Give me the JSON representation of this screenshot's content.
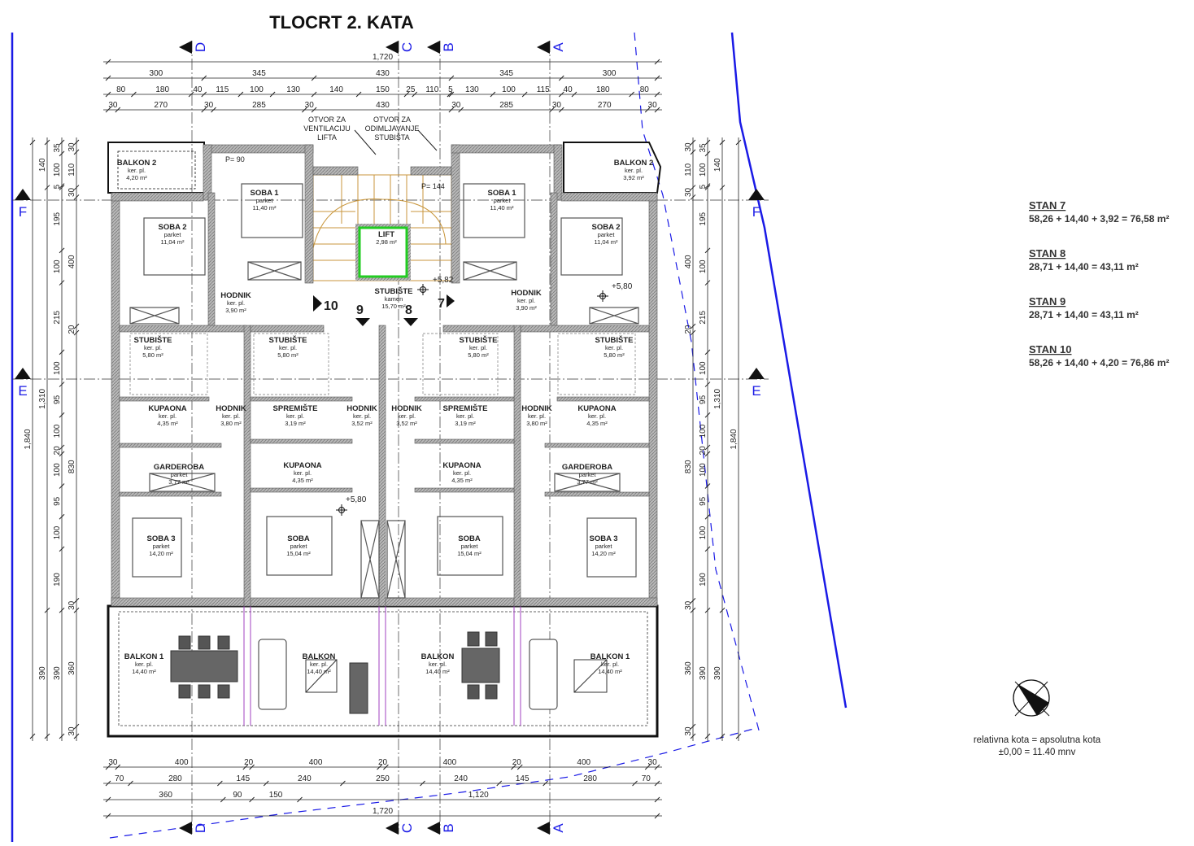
{
  "title": "TLOCRT 2. KATA",
  "axes": {
    "vertical": [
      "D",
      "C",
      "B",
      "A"
    ],
    "horizontal": [
      "F",
      "E"
    ]
  },
  "dimensions": {
    "top": [
      [
        "1,720"
      ],
      [
        "300",
        "345",
        "430",
        "345",
        "300"
      ],
      [
        "80",
        "180",
        "40",
        "115",
        "100",
        "130",
        "140",
        "150",
        "25",
        "110",
        "5",
        "130",
        "100",
        "115",
        "40",
        "180",
        "80"
      ],
      [
        "30",
        "270",
        "30",
        "285",
        "30",
        "430",
        "30",
        "285",
        "30",
        "270",
        "30"
      ]
    ],
    "bottom": [
      [
        "30",
        "400",
        "20",
        "400",
        "20",
        "400",
        "20",
        "400",
        "30"
      ],
      [
        "70",
        "280",
        "145",
        "240",
        "250",
        "240",
        "145",
        "280",
        "70"
      ],
      [
        "360",
        "90",
        "150",
        "1,120"
      ],
      [
        "1,720"
      ]
    ],
    "left": [
      [
        "1,840"
      ],
      [
        "140",
        "1,310",
        "390"
      ],
      [
        "35",
        "100",
        "5",
        "195",
        "100",
        "215",
        "100",
        "95",
        "100",
        "20",
        "100",
        "95",
        "100",
        "190",
        "390"
      ],
      [
        "30",
        "110",
        "30",
        "400",
        "20",
        "830",
        "30",
        "360",
        "30"
      ]
    ],
    "right": [
      [
        "1,840"
      ],
      [
        "140",
        "1,310",
        "390"
      ],
      [
        "35",
        "100",
        "5",
        "195",
        "100",
        "215",
        "100",
        "95",
        "100",
        "20",
        "100",
        "95",
        "100",
        "190",
        "390"
      ],
      [
        "30",
        "110",
        "30",
        "400",
        "20",
        "830",
        "30",
        "360",
        "30"
      ]
    ]
  },
  "rooms": [
    {
      "name": "BALKON 2",
      "floor": "ker. pl.",
      "area": "4,20 m²"
    },
    {
      "name": "SOBA 1",
      "floor": "parket",
      "area": "11,40 m²"
    },
    {
      "name": "SOBA 2",
      "floor": "parket",
      "area": "11,04 m²"
    },
    {
      "name": "LIFT",
      "floor": "",
      "area": "2,98 m²"
    },
    {
      "name": "HODNIK",
      "floor": "ker. pl.",
      "area": "3,90 m²"
    },
    {
      "name": "STUBIŠTE",
      "floor": "kamen",
      "area": "15,70 m²"
    },
    {
      "name": "SOBA 1",
      "floor": "parket",
      "area": "11,40 m²"
    },
    {
      "name": "BALKON 2",
      "floor": "ker. pl.",
      "area": "3,92 m²"
    },
    {
      "name": "SOBA 2",
      "floor": "parket",
      "area": "11,04 m²"
    },
    {
      "name": "HODNIK",
      "floor": "ker. pl.",
      "area": "3,90 m²"
    },
    {
      "name": "STUBIŠTE",
      "floor": "ker. pl.",
      "area": "5,80 m²"
    },
    {
      "name": "STUBIŠTE",
      "floor": "ker. pl.",
      "area": "5,80 m²"
    },
    {
      "name": "STUBIŠTE",
      "floor": "ker. pl.",
      "area": "5,80 m²"
    },
    {
      "name": "STUBIŠTE",
      "floor": "ker. pl.",
      "area": "5,80 m²"
    },
    {
      "name": "KUPAONA",
      "floor": "ker. pl.",
      "area": "4,35 m²"
    },
    {
      "name": "HODNIK",
      "floor": "ker. pl.",
      "area": "3,80 m²"
    },
    {
      "name": "SPREMIŠTE",
      "floor": "ker. pl.",
      "area": "3,19 m²"
    },
    {
      "name": "HODNIK",
      "floor": "ker. pl.",
      "area": "3,52 m²"
    },
    {
      "name": "HODNIK",
      "floor": "ker. pl.",
      "area": "3,52 m²"
    },
    {
      "name": "SPREMIŠTE",
      "floor": "ker. pl.",
      "area": "3,19 m²"
    },
    {
      "name": "HODNIK",
      "floor": "ker. pl.",
      "area": "3,80 m²"
    },
    {
      "name": "KUPAONA",
      "floor": "ker. pl.",
      "area": "4,35 m²"
    },
    {
      "name": "GARDEROBA",
      "floor": "parket",
      "area": "3,77 m²"
    },
    {
      "name": "KUPAONA",
      "floor": "ker. pl.",
      "area": "4,35 m²"
    },
    {
      "name": "KUPAONA",
      "floor": "ker. pl.",
      "area": "4,35 m²"
    },
    {
      "name": "GARDEROBA",
      "floor": "parket",
      "area": "3,77 m²"
    },
    {
      "name": "SOBA 3",
      "floor": "parket",
      "area": "14,20 m²"
    },
    {
      "name": "SOBA",
      "floor": "parket",
      "area": "15,04 m²"
    },
    {
      "name": "SOBA",
      "floor": "parket",
      "area": "15,04 m²"
    },
    {
      "name": "SOBA 3",
      "floor": "parket",
      "area": "14,20 m²"
    },
    {
      "name": "BALKON 1",
      "floor": "ker. pl.",
      "area": "14,40 m²"
    },
    {
      "name": "BALKON",
      "floor": "ker. pl.",
      "area": "14,40 m²"
    },
    {
      "name": "BALKON",
      "floor": "ker. pl.",
      "area": "14,40 m²"
    },
    {
      "name": "BALKON 1",
      "floor": "ker. pl.",
      "area": "14,40 m²"
    }
  ],
  "apartment_markers": [
    "10",
    "9",
    "8",
    "7"
  ],
  "elevations": [
    "+5,82",
    "+5,80",
    "+5,80"
  ],
  "door_labels": [
    "P= 90",
    "P= 144"
  ],
  "notes": {
    "vent": [
      "OTVOR ZA",
      "VENTILACIJU",
      "LIFTA"
    ],
    "smoke": [
      "OTVOR ZA",
      "ODIMLJAVANJE",
      "STUBIŠTA"
    ]
  },
  "apartments": [
    {
      "name": "STAN 7",
      "formula": "58,26 + 14,40 + 3,92 = 76,58 m²"
    },
    {
      "name": "STAN 8",
      "formula": "28,71 + 14,40 = 43,11 m²"
    },
    {
      "name": "STAN 9",
      "formula": "28,71 + 14,40 = 43,11 m²"
    },
    {
      "name": "STAN 10",
      "formula": "58,26 + 14,40 + 4,20 = 76,86 m²"
    }
  ],
  "legend": {
    "line1": "relativna kota = apsolutna kota",
    "line2": "±0,00 = 11.40 mnv"
  },
  "colors": {
    "axis_blue": "#1a1ae6",
    "wall_gray": "#9a9a9a",
    "stair_orange": "#c8963c",
    "lift_green": "#22cc22"
  }
}
